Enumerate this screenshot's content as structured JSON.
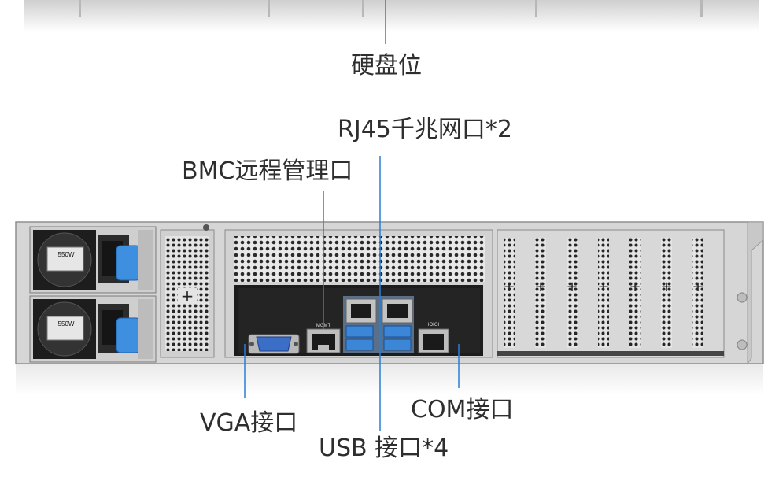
{
  "labels": {
    "hdd_bay": "硬盘位",
    "rj45": "RJ45千兆网口*2",
    "bmc": "BMC远程管理口",
    "vga": "VGA接口",
    "com": "COM接口",
    "usb": "USB 接口*4"
  },
  "psu": {
    "top_label": "550W",
    "bottom_label": "550W"
  },
  "ports": {
    "mgmt_label": "MGMT",
    "com_label": "IOIOI"
  },
  "colors": {
    "callout_line": "#2a7fd4",
    "usb_blue": "#3b86d6",
    "psu_latch": "#3f8fe0",
    "chassis": "#d9d9d9",
    "io_panel": "#1c1c1c"
  }
}
